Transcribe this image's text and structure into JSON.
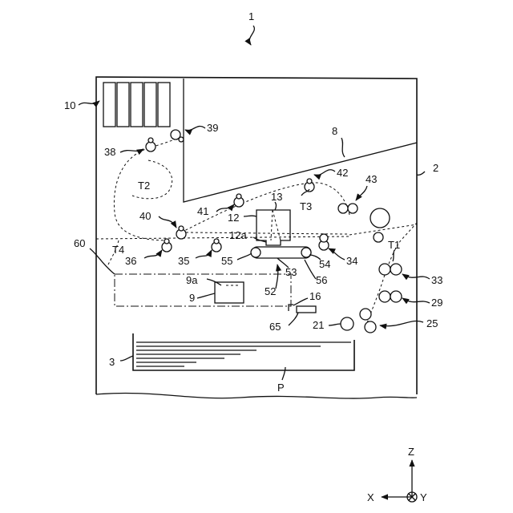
{
  "figure_number": "1",
  "labels": {
    "l10": "10",
    "l39": "39",
    "l38": "38",
    "l8": "8",
    "l2": "2",
    "l42": "42",
    "l43": "43",
    "lT2": "T2",
    "l13": "13",
    "lT3": "T3",
    "l41": "41",
    "l12": "12",
    "l40": "40",
    "l12a": "12a",
    "lT1": "T1",
    "l60": "60",
    "lT4": "T4",
    "l36": "36",
    "l35": "35",
    "l55": "55",
    "l54": "54",
    "l34": "34",
    "l53": "53",
    "l56": "56",
    "l33": "33",
    "l9a": "9a",
    "l52": "52",
    "l9": "9",
    "l16": "16",
    "l29": "29",
    "l65": "65",
    "l21": "21",
    "l25": "25",
    "l3": "3",
    "lP": "P"
  },
  "axes": {
    "z": "Z",
    "x": "X",
    "y": "Y"
  }
}
